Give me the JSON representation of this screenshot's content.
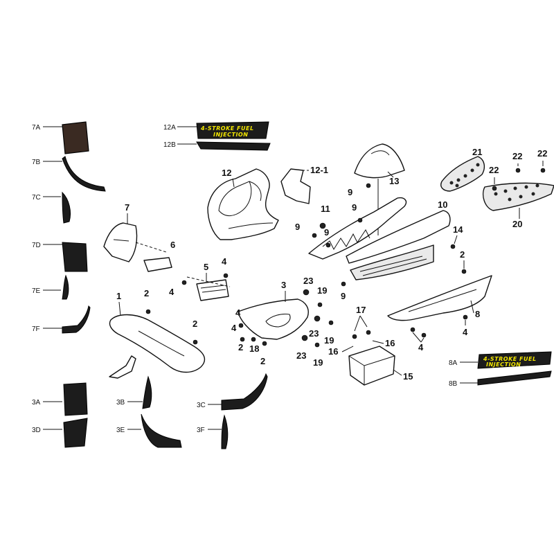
{
  "diagram": {
    "colors": {
      "decal_yellow": "#f2e600",
      "decal_dark": "#1c1c1c",
      "decal_brown": "#3a2a22",
      "line": "#111111",
      "background": "#ffffff"
    },
    "side_labels": {
      "l7A": "7A",
      "l7B": "7B",
      "l7C": "7C",
      "l7D": "7D",
      "l7E": "7E",
      "l7F": "7F",
      "l3A": "3A",
      "l3B": "3B",
      "l3C": "3C",
      "l3D": "3D",
      "l3E": "3E",
      "l3F": "3F",
      "l12A": "12A",
      "l12B": "12B",
      "l8A": "8A",
      "l8B": "8B"
    },
    "decal_text": {
      "d12_line1": "4-STROKE FUEL",
      "d12_line2": "INJECTION",
      "d8_line1": "4-STROKE FUEL",
      "d8_line2": "INJECTION"
    },
    "callouts": {
      "c1": "1",
      "c2a": "2",
      "c2b": "2",
      "c2c": "2",
      "c2d": "2",
      "c2e": "2",
      "c3": "3",
      "c4a": "4",
      "c4b": "4",
      "c4c": "4",
      "c4d": "4",
      "c4e": "4",
      "c4f": "4",
      "c5": "5",
      "c6": "6",
      "c7": "7",
      "c8": "8",
      "c9a": "9",
      "c9b": "9",
      "c9c": "9",
      "c9d": "9",
      "c9e": "9",
      "c10": "10",
      "c11": "11",
      "c12": "12",
      "c12_1": "12-1",
      "c13": "13",
      "c14": "14",
      "c15": "15",
      "c16a": "16",
      "c16b": "16",
      "c17": "17",
      "c18": "18",
      "c19a": "19",
      "c19b": "19",
      "c19c": "19",
      "c20": "20",
      "c21": "21",
      "c22a": "22",
      "c22b": "22",
      "c22c": "22",
      "c23a": "23",
      "c23b": "23",
      "c23c": "23"
    }
  }
}
